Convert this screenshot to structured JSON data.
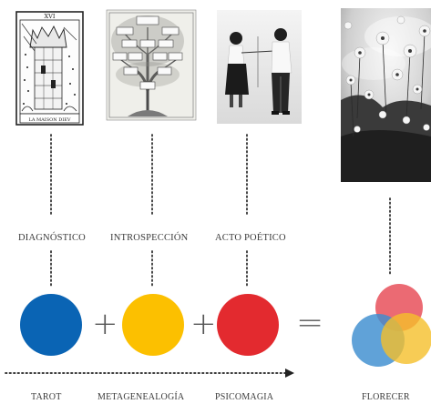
{
  "stages": [
    {
      "key": "diagnostico",
      "label": "DIAGNÓSTICO",
      "method": "TAROT",
      "color": "#0a64b4"
    },
    {
      "key": "introspeccion",
      "label": "INTROSPECCIÓN",
      "method": "METAGENEALOGÍA",
      "color": "#fcc000"
    },
    {
      "key": "acto",
      "label": "ACTO POÉTICO",
      "method": "PSICOMAGIA",
      "color": "#e32a2f"
    }
  ],
  "result": {
    "label": "FLORECER"
  },
  "images": {
    "tarot_card_number": "XVI",
    "tarot_card_title": "LA MAISON DIEV"
  },
  "operators": {
    "plus": "+",
    "equals": "="
  },
  "venn_colors": {
    "red": "#e8505b",
    "blue": "#3d8ed0",
    "yellow": "#f5bf2a"
  }
}
